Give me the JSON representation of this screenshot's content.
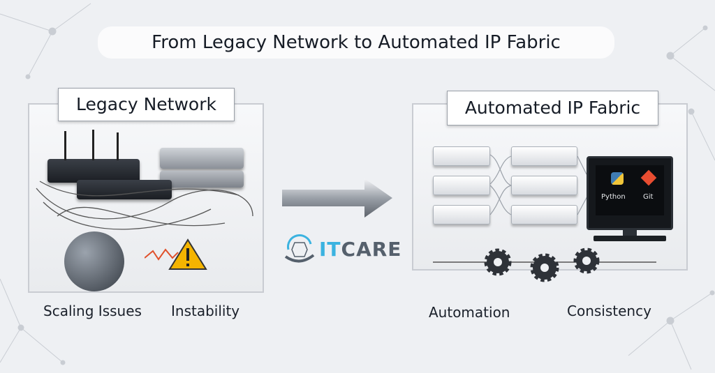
{
  "title": "From Legacy Network to Automated IP Fabric",
  "left": {
    "label": "Legacy Network",
    "captions": [
      "Scaling Issues",
      "Instability"
    ]
  },
  "center": {
    "logo_text": "ITCARE",
    "logo_prefix": "IT",
    "logo_suffix": "CARE"
  },
  "right": {
    "label": "Automated IP Fabric",
    "screen_apps": [
      "Python",
      "Git"
    ],
    "captions": [
      "Automation",
      "Consistency"
    ]
  },
  "colors": {
    "background": "#eef0f3",
    "logo_blue": "#3bb3e0",
    "logo_gray": "#55606c",
    "warning": "#f4b400",
    "git": "#e84d31"
  }
}
